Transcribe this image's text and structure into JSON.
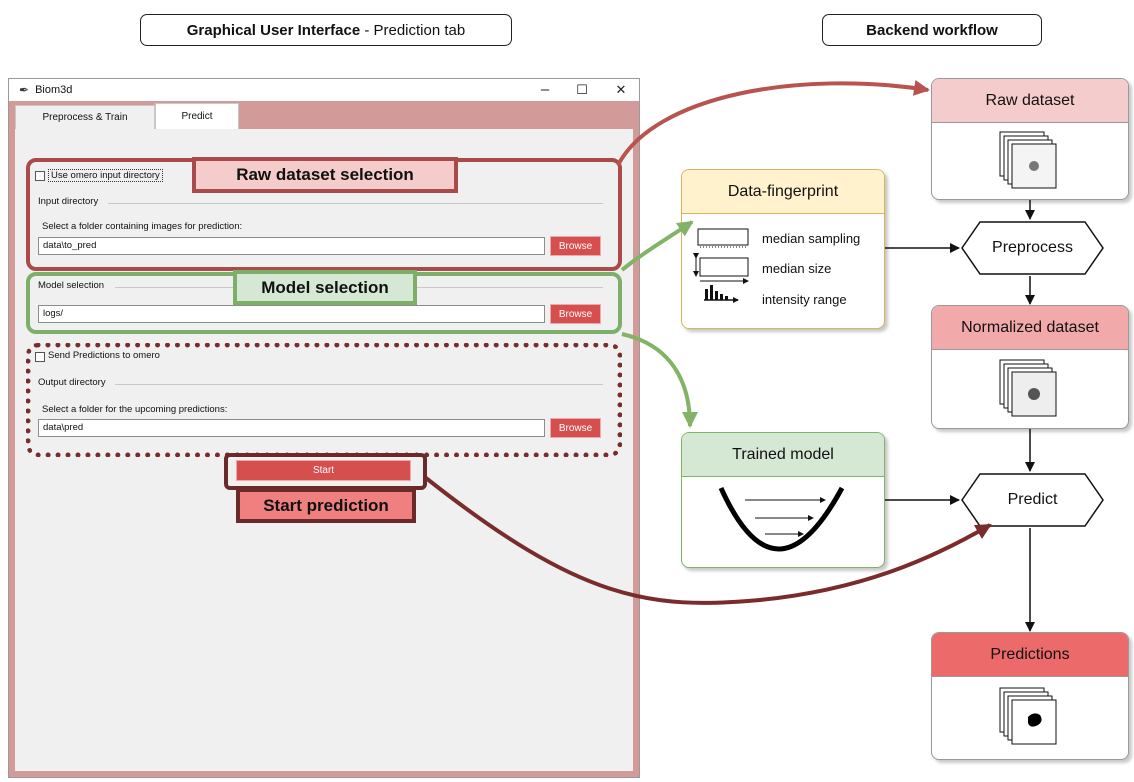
{
  "headers": {
    "gui_bold": "Graphical User Interface",
    "gui_rest": " - Prediction tab",
    "backend": "Backend workflow"
  },
  "window": {
    "title": "Biom3d",
    "minimize": "–",
    "maximize": "☐",
    "close": "✕",
    "tabs": [
      {
        "label": "Preprocess & Train",
        "active": false
      },
      {
        "label": "Predict",
        "active": true
      }
    ]
  },
  "raw_section": {
    "checkbox_label": "Use omero input directory",
    "group_label": "Input directory",
    "prompt": "Select a folder containing images for prediction:",
    "value": "data\\to_pred",
    "browse": "Browse",
    "annotation": "Raw dataset selection"
  },
  "model_section": {
    "group_label": "Model selection",
    "value": "logs/",
    "browse": "Browse",
    "annotation": "Model selection"
  },
  "output_section": {
    "checkbox_label": "Send Predictions to omero",
    "group_label": "Output directory",
    "prompt": "Select a folder for the upcoming predictions:",
    "value": "data\\pred",
    "browse": "Browse"
  },
  "start": {
    "label": "Start",
    "annotation": "Start prediction"
  },
  "workflow": {
    "raw_dataset": "Raw dataset",
    "preprocess": "Preprocess",
    "normalized_dataset": "Normalized dataset",
    "predict": "Predict",
    "predictions": "Predictions",
    "fingerprint": {
      "title": "Data-fingerprint",
      "items": [
        "median sampling",
        "median size",
        "intensity range"
      ]
    },
    "trained_model": "Trained model"
  },
  "colors": {
    "raw_header": "#f5cccc",
    "normalized_header": "#f2a9a9",
    "predictions_header": "#ec6a6a",
    "fingerprint_header": "#fff2cc",
    "model_header": "#d5e8d4",
    "red_arrow": "#b85450",
    "green_arrow": "#82b366",
    "dark_arrow": "#7a2b2b"
  }
}
